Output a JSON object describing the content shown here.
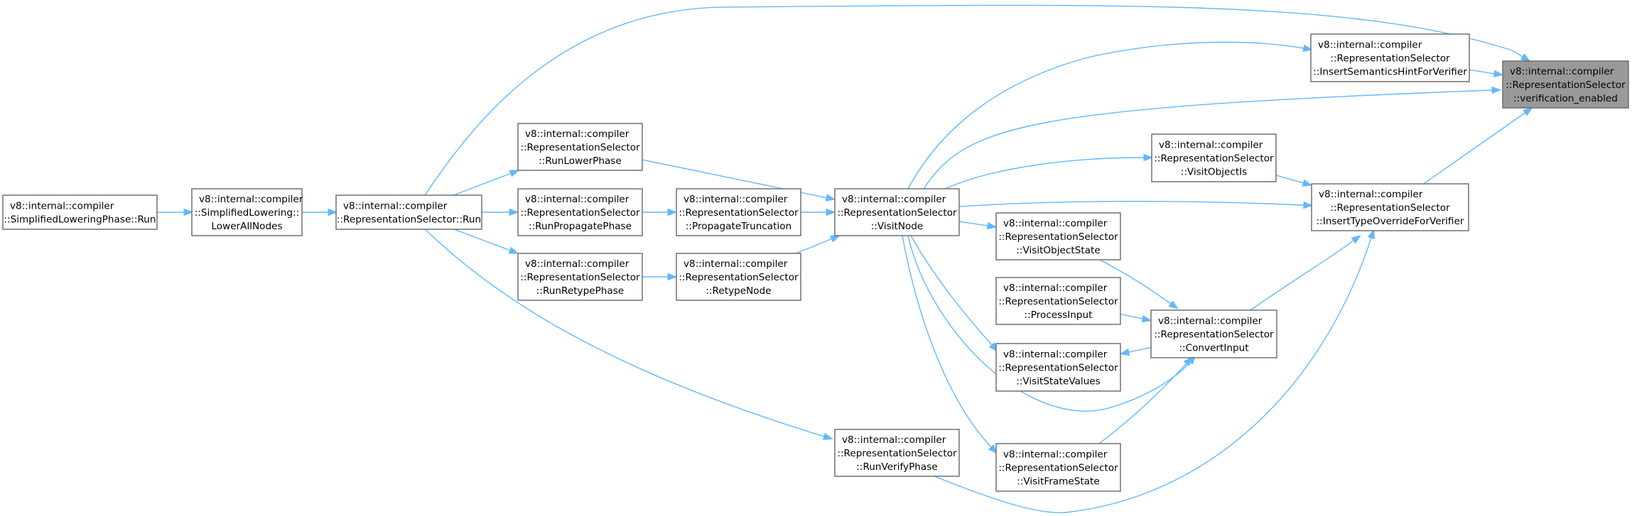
{
  "graph": {
    "nodes": [
      {
        "id": "verification_enabled",
        "lines": [
          "v8::internal::compiler",
          "::RepresentationSelector",
          "::verification_enabled"
        ],
        "current": true
      },
      {
        "id": "InsertSemanticsHintForVerifier",
        "lines": [
          "v8::internal::compiler",
          "::RepresentationSelector",
          "::InsertSemanticsHintForVerifier"
        ]
      },
      {
        "id": "InsertTypeOverrideForVerifier",
        "lines": [
          "v8::internal::compiler",
          "::RepresentationSelector",
          "::InsertTypeOverrideForVerifier"
        ]
      },
      {
        "id": "VisitObjectIs",
        "lines": [
          "v8::internal::compiler",
          "::RepresentationSelector",
          "::VisitObjectIs"
        ]
      },
      {
        "id": "ConvertInput",
        "lines": [
          "v8::internal::compiler",
          "::RepresentationSelector",
          "::ConvertInput"
        ]
      },
      {
        "id": "VisitNode",
        "lines": [
          "v8::internal::compiler",
          "::RepresentationSelector",
          "::VisitNode"
        ]
      },
      {
        "id": "VisitObjectState",
        "lines": [
          "v8::internal::compiler",
          "::RepresentationSelector",
          "::VisitObjectState"
        ]
      },
      {
        "id": "ProcessInput",
        "lines": [
          "v8::internal::compiler",
          "::RepresentationSelector",
          "::ProcessInput"
        ]
      },
      {
        "id": "VisitStateValues",
        "lines": [
          "v8::internal::compiler",
          "::RepresentationSelector",
          "::VisitStateValues"
        ]
      },
      {
        "id": "VisitFrameState",
        "lines": [
          "v8::internal::compiler",
          "::RepresentationSelector",
          "::VisitFrameState"
        ]
      },
      {
        "id": "RunVerifyPhase",
        "lines": [
          "v8::internal::compiler",
          "::RepresentationSelector",
          "::RunVerifyPhase"
        ]
      },
      {
        "id": "PropagateTruncation",
        "lines": [
          "v8::internal::compiler",
          "::RepresentationSelector",
          "::PropagateTruncation"
        ]
      },
      {
        "id": "RetypeNode",
        "lines": [
          "v8::internal::compiler",
          "::RepresentationSelector",
          "::RetypeNode"
        ]
      },
      {
        "id": "RunLowerPhase",
        "lines": [
          "v8::internal::compiler",
          "::RepresentationSelector",
          "::RunLowerPhase"
        ]
      },
      {
        "id": "RunPropagatePhase",
        "lines": [
          "v8::internal::compiler",
          "::RepresentationSelector",
          "::RunPropagatePhase"
        ]
      },
      {
        "id": "RunRetypePhase",
        "lines": [
          "v8::internal::compiler",
          "::RepresentationSelector",
          "::RunRetypePhase"
        ]
      },
      {
        "id": "Run",
        "lines": [
          "v8::internal::compiler",
          "::RepresentationSelector::Run"
        ]
      },
      {
        "id": "LowerAllNodes",
        "lines": [
          "v8::internal::compiler",
          "::SimplifiedLowering::",
          "LowerAllNodes"
        ]
      },
      {
        "id": "SimplifiedLoweringPhaseRun",
        "lines": [
          "v8::internal::compiler",
          "::SimplifiedLoweringPhase::Run"
        ]
      }
    ],
    "edges": [
      {
        "from": "Run",
        "to": "verification_enabled"
      },
      {
        "from": "VisitNode",
        "to": "InsertSemanticsHintForVerifier"
      },
      {
        "from": "InsertSemanticsHintForVerifier",
        "to": "verification_enabled"
      },
      {
        "from": "VisitNode",
        "to": "verification_enabled"
      },
      {
        "from": "InsertTypeOverrideForVerifier",
        "to": "verification_enabled"
      },
      {
        "from": "VisitNode",
        "to": "VisitObjectIs"
      },
      {
        "from": "VisitObjectIs",
        "to": "InsertTypeOverrideForVerifier"
      },
      {
        "from": "VisitNode",
        "to": "InsertTypeOverrideForVerifier"
      },
      {
        "from": "ConvertInput",
        "to": "InsertTypeOverrideForVerifier"
      },
      {
        "from": "RunVerifyPhase",
        "to": "InsertTypeOverrideForVerifier"
      },
      {
        "from": "VisitNode",
        "to": "VisitObjectState"
      },
      {
        "from": "VisitObjectState",
        "to": "ConvertInput"
      },
      {
        "from": "ProcessInput",
        "to": "ConvertInput"
      },
      {
        "from": "ConvertInput",
        "to": "VisitStateValues"
      },
      {
        "from": "VisitNode",
        "to": "VisitStateValues"
      },
      {
        "from": "VisitNode",
        "to": "ConvertInput"
      },
      {
        "from": "VisitFrameState",
        "to": "ConvertInput"
      },
      {
        "from": "VisitNode",
        "to": "VisitFrameState"
      },
      {
        "from": "RunLowerPhase",
        "to": "VisitNode"
      },
      {
        "from": "PropagateTruncation",
        "to": "VisitNode"
      },
      {
        "from": "RetypeNode",
        "to": "VisitNode"
      },
      {
        "from": "RunPropagatePhase",
        "to": "PropagateTruncation"
      },
      {
        "from": "RunRetypePhase",
        "to": "RetypeNode"
      },
      {
        "from": "Run",
        "to": "RunLowerPhase"
      },
      {
        "from": "Run",
        "to": "RunPropagatePhase"
      },
      {
        "from": "Run",
        "to": "RunRetypePhase"
      },
      {
        "from": "Run",
        "to": "RunVerifyPhase"
      },
      {
        "from": "LowerAllNodes",
        "to": "Run"
      },
      {
        "from": "SimplifiedLoweringPhaseRun",
        "to": "LowerAllNodes"
      }
    ],
    "colors": {
      "edge": "#63b8ff",
      "node_border": "#666666",
      "current_fill": "#999999"
    }
  }
}
